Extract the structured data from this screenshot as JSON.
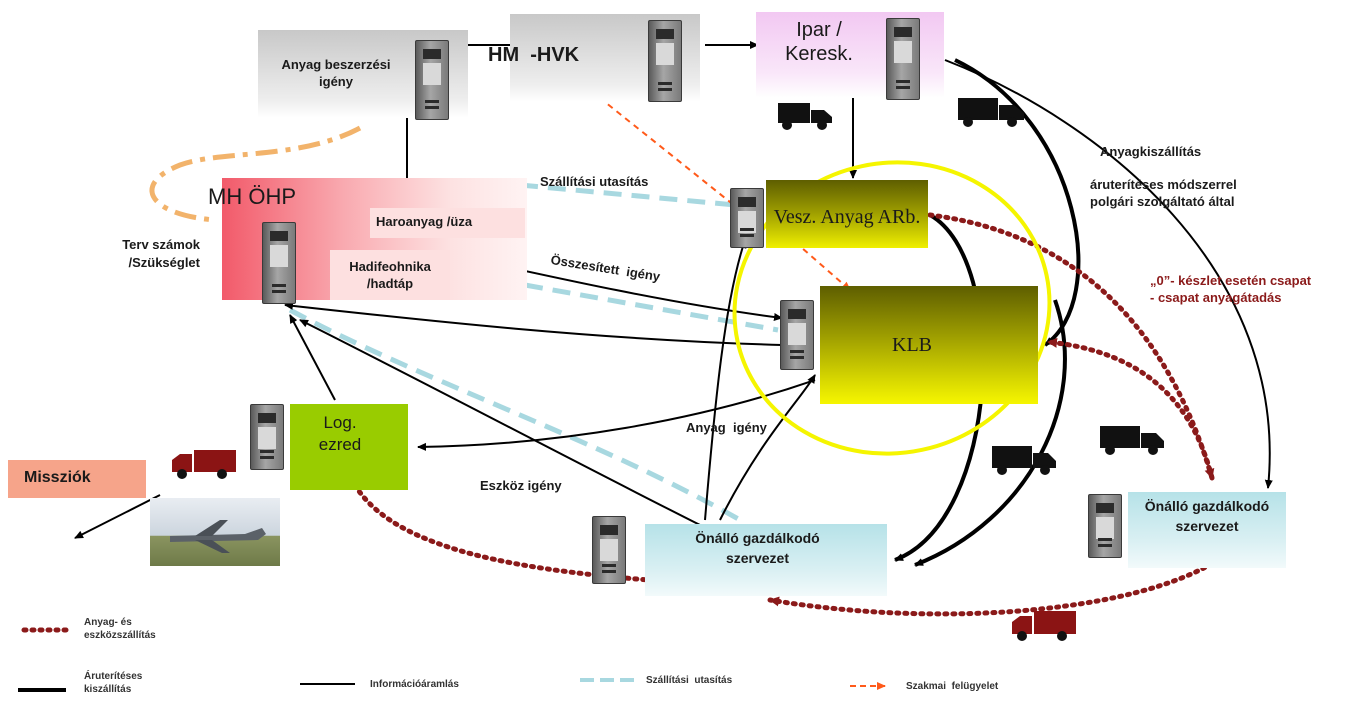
{
  "nodes": {
    "anyag_beszerzesi": "Anyag beszerzési igény",
    "hm_hvk": "HM  -HVK",
    "ipar": "Ipar / Keresk.",
    "mh_ohp": "MH ÖHP",
    "haroanyag": "Haroanyag /üza",
    "hadiftechnika": "Hadifeohnika /hadtáp",
    "vesz_anyag": "Vesz. Anyag ARb.",
    "klb": "KLB",
    "log_ezred": "Log. ezred",
    "missziok": "Missziók",
    "onallo_1": "Önálló gazdálkodó szervezet",
    "onallo_2": "Önálló gazdálkodó szervezet"
  },
  "labels": {
    "terv_szamok": "Terv számok /Szükséglet",
    "szallitasi_utasitas": "Szállítási utasítás",
    "osszesitett_igeny": "Összesített  igény",
    "anyagkiszallitas": "Anyagkiszállítás",
    "aruteritees": "áruterítéses módszerrel polgári szolgáltató által",
    "nulla_keszlet": "„0”- készlet esetén csapat - csapat anyagátadás",
    "anyag_igeny": "Anyag  igény",
    "eszkoz_igeny": "Eszköz igény"
  },
  "legend": {
    "anyag_eszkoz": "Anyag- és eszközszállítás",
    "aruteriteses": "Áruterítéses kiszállítás",
    "informacio": "Információáramlás",
    "szallitasi": "Szállítási  utasítás",
    "szakmai": "Szakmai  felügyelet"
  },
  "colors": {
    "info_line": "#000000",
    "supply_dotted": "#8b1a1a",
    "shipping_dashed": "#a8d8e0",
    "supervision": "#ff5a1a",
    "plan_dashdot": "#f2b36b",
    "highlight_ellipse": "#f5f500",
    "truck_black": "#111111",
    "truck_red": "#8b1414"
  }
}
